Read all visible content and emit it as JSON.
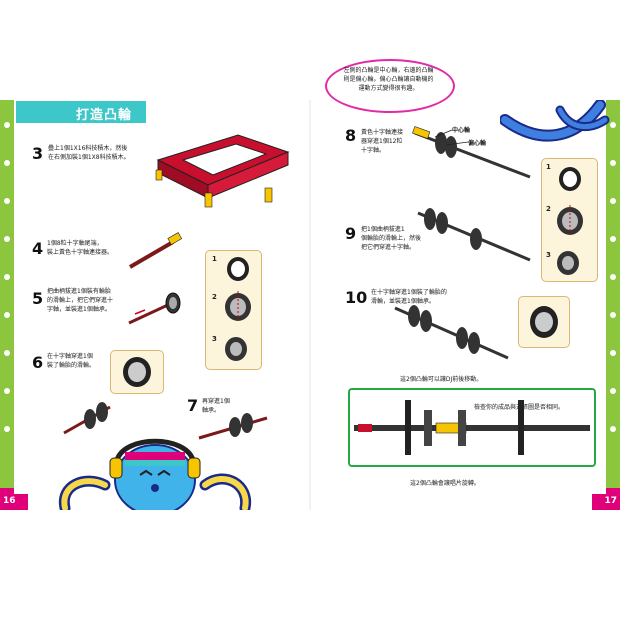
{
  "pages": {
    "left_number": "16",
    "right_number": "17"
  },
  "section_title": "打造凸輪",
  "steps": [
    {
      "number": "3",
      "text_line1": "疊上1個1X16科技積木，然後",
      "text_line2": "在右側加裝1個1X8科技積木。"
    },
    {
      "number": "4",
      "text_line1": "1個8粒十字軸尾端，",
      "text_line2": "裝上黃色十字軸連接器。"
    },
    {
      "number": "5",
      "text_line1": "把曲柄拔進1個裝有輪胎",
      "text_line2": "的滑輪上，把它們穿進十",
      "text_line3": "字軸，並裝進1個軸承。"
    },
    {
      "number": "6",
      "text_line1": "在十字軸穿進1個",
      "text_line2": "裝了輪胎的滑輪。"
    },
    {
      "number": "7",
      "text_line1": "再穿進1個",
      "text_line2": "軸承。"
    },
    {
      "number": "8",
      "text_line1": "黃色十字軸連接",
      "text_line2": "器穿進1個12粒",
      "text_line3": "十字軸。"
    },
    {
      "number": "9",
      "text_line1": "把1個曲柄拔進1",
      "text_line2": "個輪胎的滑輪上，然後",
      "text_line3": "把它們穿進十字軸。"
    },
    {
      "number": "10",
      "text_line1": "在十字軸穿進1個裝了輪胎的",
      "text_line2": "滑輪，並裝進1個軸承。"
    }
  ],
  "sub_steps_left": [
    "1",
    "2",
    "3"
  ],
  "sub_steps_right": [
    "1",
    "2",
    "3"
  ],
  "callouts": {
    "center_cam": "中心輪",
    "eccentric_cam": "偏心輪"
  },
  "bubble_text": "左側的凸輪是中心輪，右邊的凸輪則是偏心輪。偏心凸輪讓自動機的運動方式變得很有趣。",
  "diagram_notes": {
    "top": "這2個凸輪可以讓DJ前後移動。",
    "right": "檢查你的成品與這張圖是否相同。",
    "bottom": "這2個凸輪會讓唱片旋轉。"
  },
  "colors": {
    "border_green": "#8cc63f",
    "banner_teal": "#3ec7c9",
    "bubble_magenta": "#e22aa7",
    "frame_green": "#27a844",
    "brick_red": "#c8102e"
  }
}
